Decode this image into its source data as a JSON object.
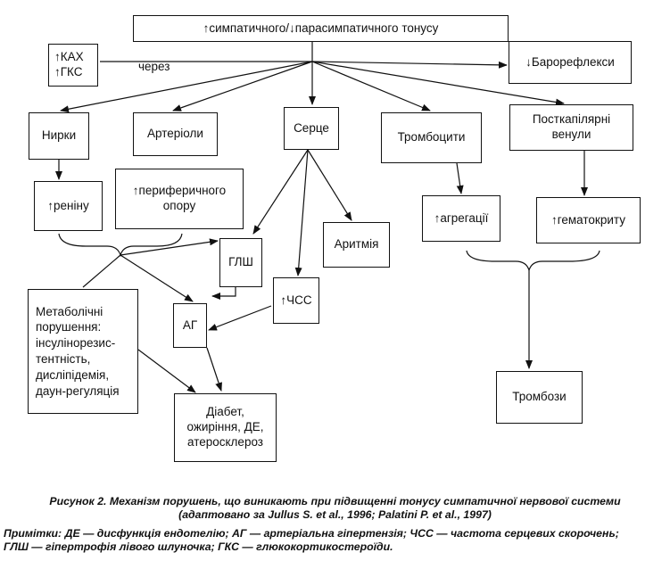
{
  "nodes": {
    "top": "↑симпатичного/↓парасимпатичного тонусу",
    "kax": "↑КАХ\n↑ГКС",
    "baro": "↓Барорефлекси",
    "nyrky": "Нирки",
    "arterioly": "Артеріоли",
    "sertse": "Серце",
    "trombotsyty": "Тромбоцити",
    "venuly": "Посткапілярні\nвенули",
    "reninu": "↑реніну",
    "oporu": "↑периферичного\nопору",
    "glsh": "ГЛШ",
    "arytmiia": "Аритмія",
    "ahrehatsii": "↑агрегації",
    "hematokrytu": "↑гематокриту",
    "metabolic": "Метаболічні\nпорушення:\nінсулінорезис-\nтентність,\nдисліпідемія,\nдаун-регуляція",
    "ag": "АГ",
    "chss": "↑ЧСС",
    "diabet": "Діабет,\nожиріння, ДЕ,\nатеросклероз",
    "trombozy": "Тромбози"
  },
  "edge_label_cherez": "через",
  "caption": {
    "title_line1": "Рисунок 2. Механізм порушень, що виникають при підвищенні тонусу симпатичної нервової системи",
    "title_line2": "(адаптовано за Jullus S. et al., 1996; Palatini P. et al., 1997)",
    "note_line1": "Примітки: ДЕ — дисфункція ендотелію; АГ — артеріальна гіпертензія; ЧСС — частота серцевих скорочень;",
    "note_line2": "ГЛШ — гіпертрофія лівого шлуночка; ГКС — глюкокортикостероїди."
  }
}
